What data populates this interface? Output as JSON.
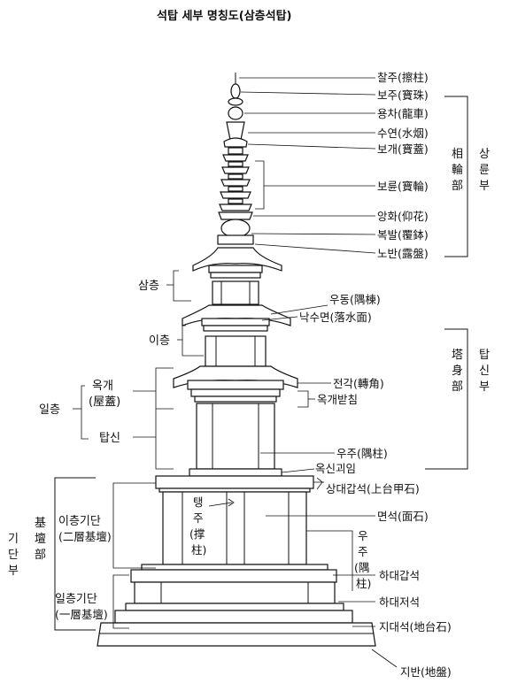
{
  "title": "석탑 세부 명칭도(삼층석탑)",
  "labels": {
    "chaljoo": "찰주(擦柱)",
    "bojoo": "보주(寶珠)",
    "yongcha": "용차(龍車)",
    "suyeon": "수연(水烟)",
    "bogae": "보개(寶蓋)",
    "boryun": "보륜(寶輪)",
    "anghwa": "앙화(仰花)",
    "bokbal": "복발(覆鉢)",
    "noban": "노반(露盤)",
    "udong": "우동(隅棟)",
    "naksumyeon": "낙수면(落水面)",
    "jeongak": "전각(轉角)",
    "okgaebatchim": "옥개받침",
    "ujoo": "우주(隅柱)",
    "oksingoeim": "옥신괴임",
    "sangdaegapseok": "상대갑석(上台甲石)",
    "myeonseok": "면석(面石)",
    "ujoo2": [
      "우",
      "주",
      "(隅",
      "柱)"
    ],
    "hadaegapseok": "하대갑석",
    "hadaejeoseok": "하대저석",
    "jidaeseok": "지대석(地台石)",
    "jiban": "지반(地盤)",
    "taengjoo": [
      "탱",
      "주",
      "(撑",
      "柱)"
    ]
  },
  "sections": {
    "samcheung": "삼층",
    "icheung": "이층",
    "ilcheung": "일층",
    "okgae": "옥개",
    "okgae_hanja": "(屋蓋)",
    "tapsin_left": "탑신",
    "icheung_gidan": "이층기단",
    "icheung_gidan_hanja": "(二層基壇)",
    "ilcheung_gidan": "일층기단",
    "ilcheung_gidan_hanja": "(一層基壇)",
    "giban_hanja": [
      "基",
      "壇",
      "部"
    ],
    "gidanbu": [
      "기",
      "단",
      "부"
    ],
    "sangryun_hanja": [
      "相",
      "輪",
      "部"
    ],
    "sangryunbu": [
      "상",
      "륜",
      "부"
    ],
    "tapsin_hanja": [
      "塔",
      "身",
      "部"
    ],
    "tapsinbu": [
      "탑",
      "신",
      "부"
    ]
  }
}
